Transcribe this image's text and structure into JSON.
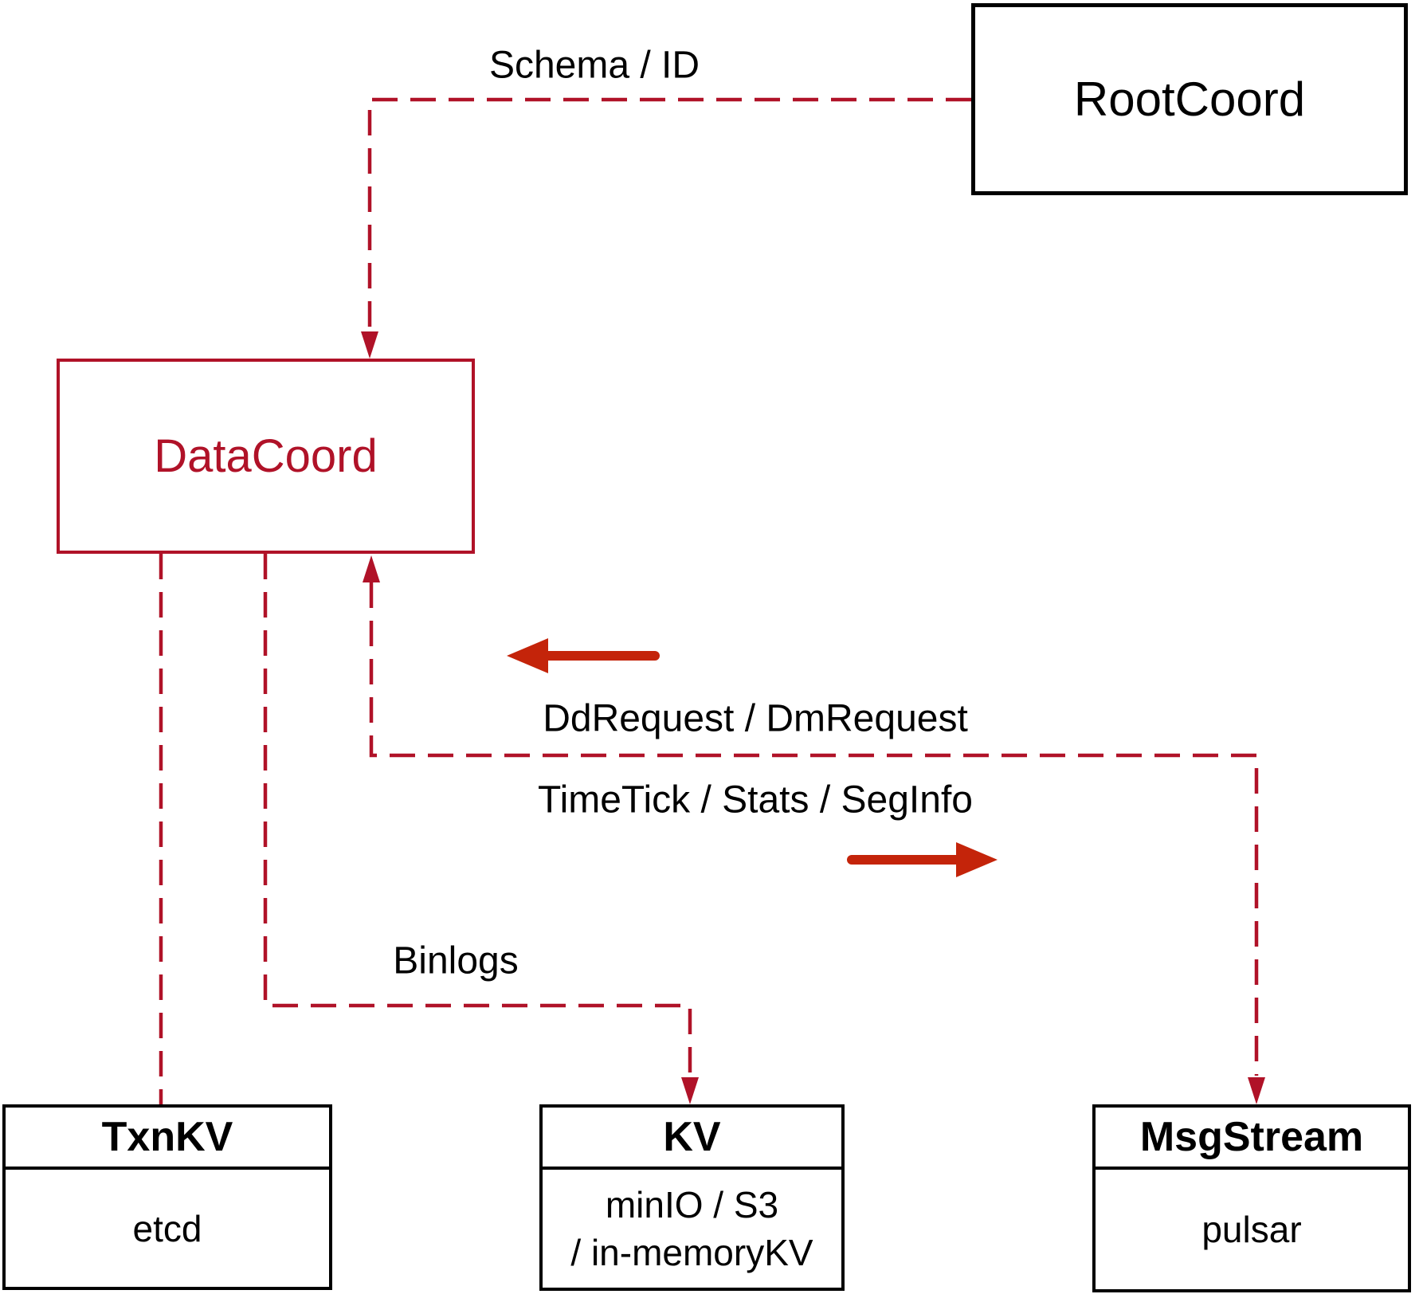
{
  "nodes": {
    "rootcoord": {
      "label": "RootCoord"
    },
    "datacoord": {
      "label": "DataCoord"
    },
    "txnkv": {
      "title": "TxnKV",
      "body": "etcd"
    },
    "kv": {
      "title": "KV",
      "body_line1": "minIO / S3",
      "body_line2": "/ in-memoryKV"
    },
    "msgstream": {
      "title": "MsgStream",
      "body": "pulsar"
    }
  },
  "edge_labels": {
    "schema_id": "Schema / ID",
    "dd_dm_request": "DdRequest / DmRequest",
    "timetick_stats_seginfo": "TimeTick / Stats / SegInfo",
    "binlogs": "Binlogs"
  },
  "colors": {
    "dashed_edge": "#b01228",
    "solid_arrow": "#c4240a",
    "black_border": "#000000",
    "datacoord_accent": "#b01228",
    "background": "#ffffff",
    "label_text": "#000000"
  }
}
